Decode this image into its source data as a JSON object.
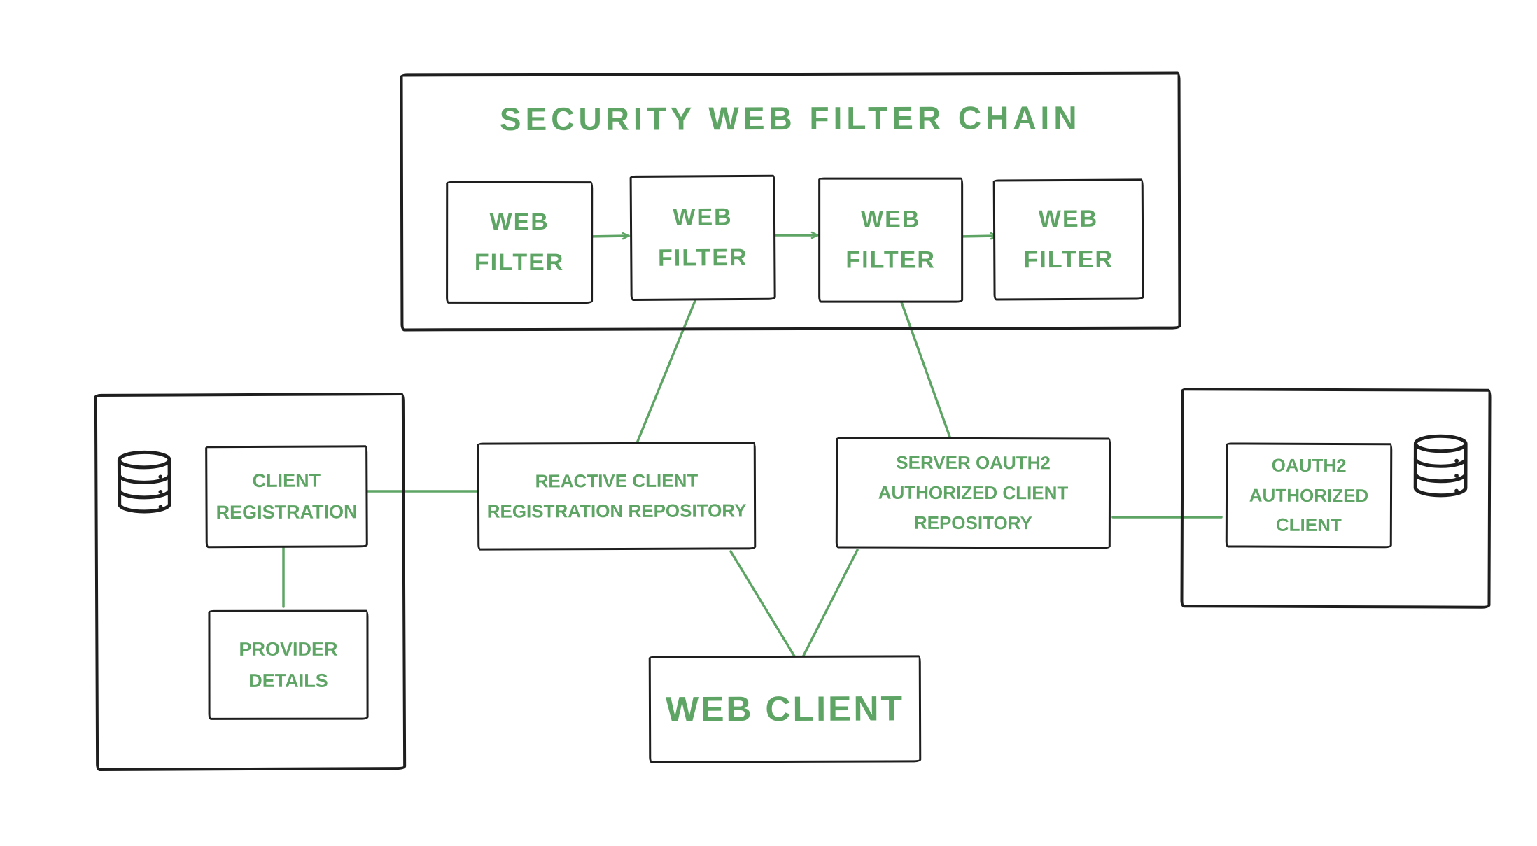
{
  "colors": {
    "accent": "#5ea565",
    "ink": "#1e1e1e",
    "background": "#ffffff"
  },
  "filter_chain": {
    "title": "SECURITY WEB FILTER CHAIN",
    "filters": [
      {
        "label": "WEB FILTER"
      },
      {
        "label": "WEB FILTER"
      },
      {
        "label": "WEB FILTER"
      },
      {
        "label": "WEB FILTER"
      }
    ]
  },
  "registration_group": {
    "database_icon": "database-icon",
    "client_registration_label": "CLIENT REGISTRATION",
    "provider_details_label": "PROVIDER DETAILS"
  },
  "repositories": {
    "reactive_client_registration_repository": "REACTIVE CLIENT REGISTRATION REPOSITORY",
    "server_oauth2_authorized_client_repository": "SERVER OAUTH2 AUTHORIZED CLIENT REPOSITORY"
  },
  "authorized_client_group": {
    "database_icon": "database-icon",
    "oauth2_authorized_client_label": "OAUTH2 AUTHORIZED CLIENT"
  },
  "web_client_label": "WEB CLIENT"
}
